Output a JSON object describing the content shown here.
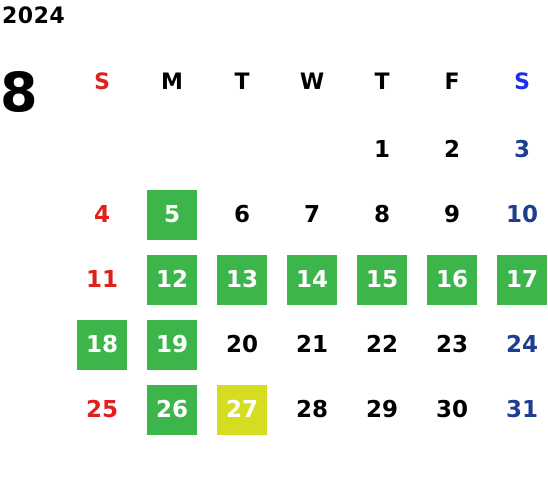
{
  "calendar": {
    "year": "2024",
    "month": "8",
    "weekdays": [
      "S",
      "M",
      "T",
      "W",
      "T",
      "F",
      "S"
    ],
    "colors": {
      "sunday": "#e0201c",
      "saturday": "#1e3f8f",
      "saturday_header": "#1a2ff0",
      "highlight_green": "#3cb54a",
      "highlight_yellow": "#d6dc1f"
    },
    "weeks": [
      [
        "",
        "",
        "",
        "",
        "1",
        "2",
        "3"
      ],
      [
        "4",
        "5",
        "6",
        "7",
        "8",
        "9",
        "10"
      ],
      [
        "11",
        "12",
        "13",
        "14",
        "15",
        "16",
        "17"
      ],
      [
        "18",
        "19",
        "20",
        "21",
        "22",
        "23",
        "24"
      ],
      [
        "25",
        "26",
        "27",
        "28",
        "29",
        "30",
        "31"
      ]
    ],
    "highlighted_green": [
      "5",
      "12",
      "13",
      "14",
      "15",
      "16",
      "17",
      "18",
      "19",
      "26"
    ],
    "highlighted_yellow": [
      "27"
    ]
  }
}
